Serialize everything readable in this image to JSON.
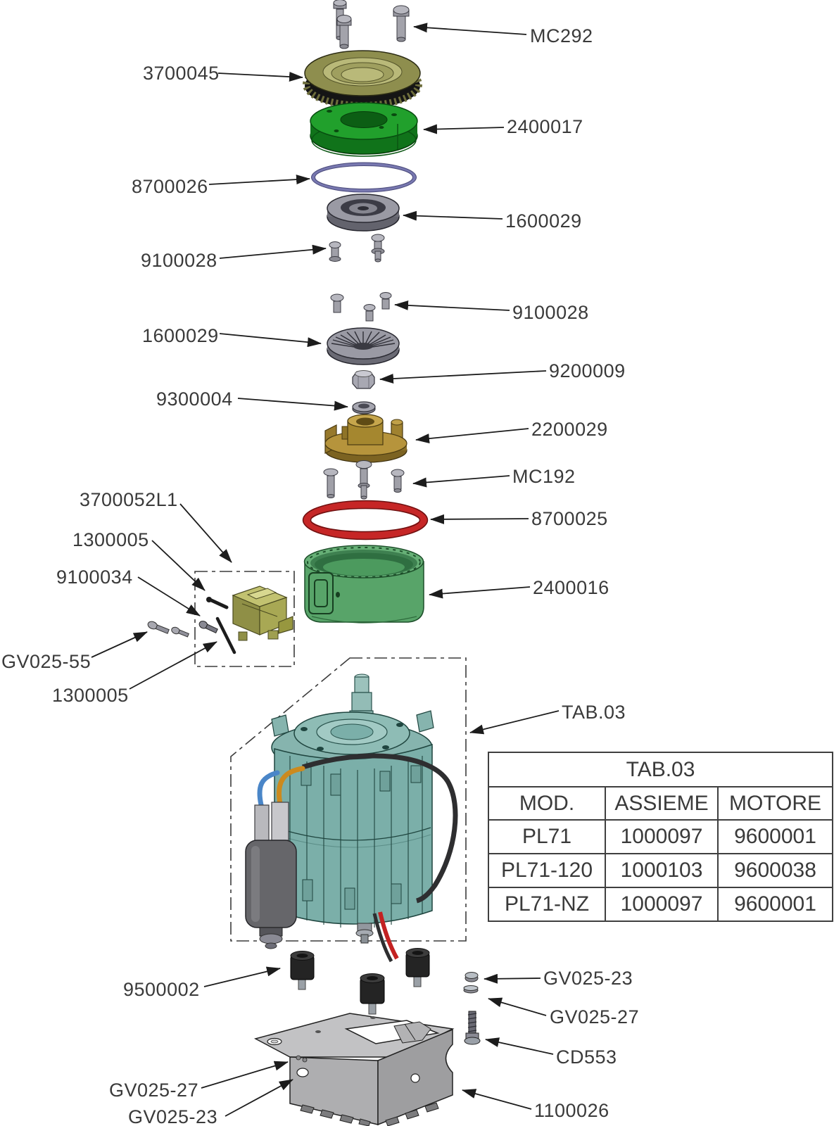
{
  "diagram": {
    "type": "exploded-parts-diagram",
    "labels": {
      "mc292": "MC292",
      "p3700045": "3700045",
      "p2400017": "2400017",
      "p8700026": "8700026",
      "p1600029_a": "1600029",
      "p9100028_a": "9100028",
      "p9100028_b": "9100028",
      "p1600029_b": "1600029",
      "p9200009": "9200009",
      "p9300004": "9300004",
      "p2200029": "2200029",
      "mc192": "MC192",
      "p3700052l1": "3700052L1",
      "p8700025": "8700025",
      "p1300005_a": "1300005",
      "p9100034": "9100034",
      "p2400016": "2400016",
      "gv025_55": "GV025-55",
      "p1300005_b": "1300005",
      "tab03_callout": "TAB.03",
      "p9500002": "9500002",
      "gv025_23_right": "GV025-23",
      "gv025_27_right": "GV025-27",
      "cd553": "CD553",
      "p1100026": "1100026",
      "gv025_27_left": "GV025-27",
      "gv025_23_left": "GV025-23"
    },
    "table": {
      "title": "TAB.03",
      "columns": [
        "MOD.",
        "ASSIEME",
        "MOTORE"
      ],
      "rows": [
        [
          "PL71",
          "1000097",
          "9600001"
        ],
        [
          "PL71-120",
          "1000103",
          "9600038"
        ],
        [
          "PL71-NZ",
          "1000097",
          "9600001"
        ]
      ]
    },
    "colors": {
      "gear_olive": "#8e8e4e",
      "gear_face_light": "#b9b979",
      "disc_green": "#21a02c",
      "oring_blue": "#7878b0",
      "metal_gray": "#9a9aa4",
      "impeller_brass": "#b6943c",
      "oring_red": "#c62626",
      "cup_green": "#58a469",
      "switch_olive": "#a8a854",
      "motor_teal": "#7bafa9",
      "capacitor_gray": "#66666a",
      "wire_blue": "#4a86c8",
      "wire_orange": "#cc8a1e",
      "wire_red": "#c32222",
      "foot_black": "#242424",
      "bracket_gray": "#c2c2c4",
      "line": "#1c1c1c",
      "label_text": "#3a3a3a"
    }
  }
}
